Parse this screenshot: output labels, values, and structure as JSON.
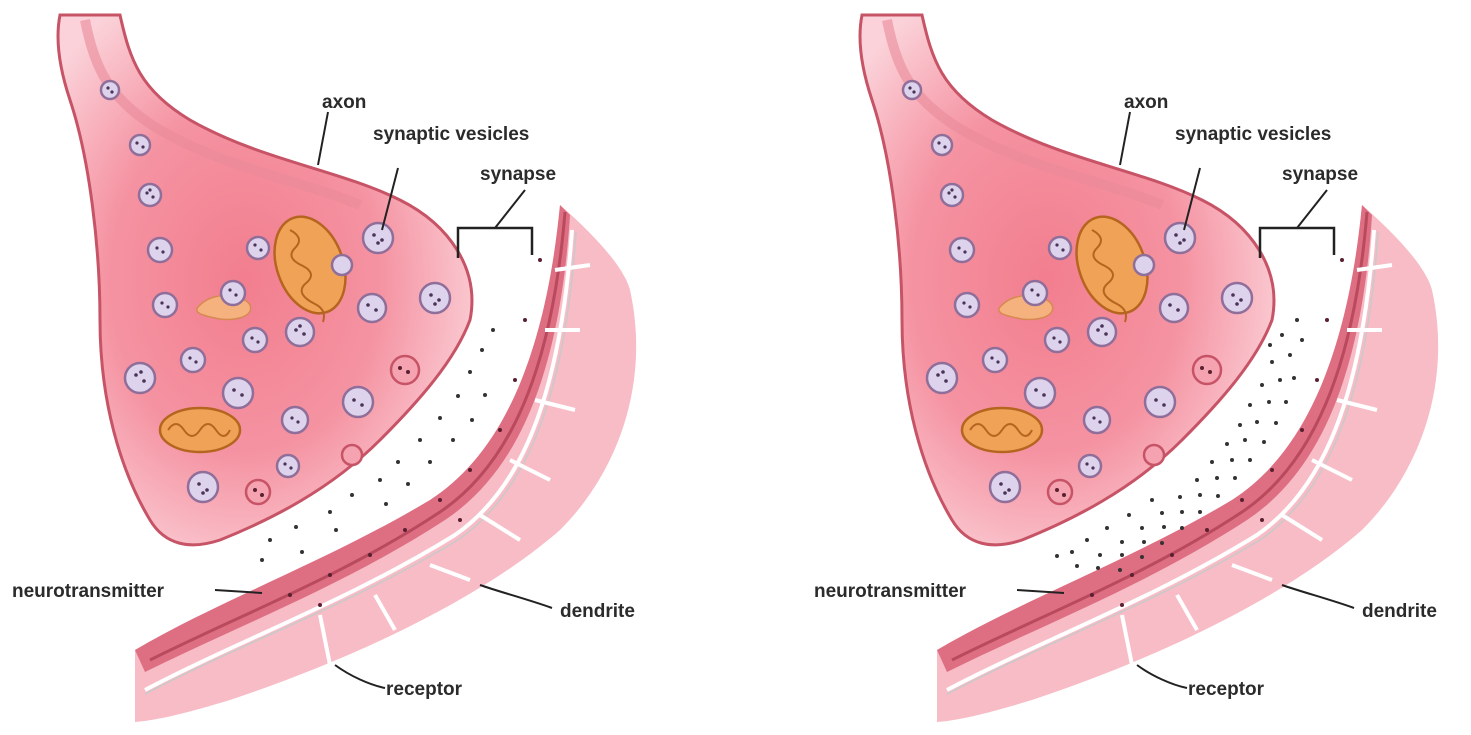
{
  "labels": {
    "axon": "axon",
    "synaptic_vesicles": "synaptic vesicles",
    "synapse": "synapse",
    "neurotransmitter": "neurotransmitter",
    "dendrite": "dendrite",
    "receptor": "receptor"
  },
  "panels": [
    {
      "id": "left",
      "cleft_dots": "sparse"
    },
    {
      "id": "right",
      "cleft_dots": "dense"
    }
  ],
  "colors": {
    "axon_fill": "#f6a3b1",
    "axon_core": "#f2808f",
    "axon_edge": "#c75466",
    "dendrite_fill": "#f5b3bf",
    "membrane_dark": "#d0596c",
    "vesicle_fill": "#ddd3ec",
    "vesicle_edge": "#8f6e9a",
    "mitochondria": "#e9923c",
    "dots": "#444444"
  }
}
